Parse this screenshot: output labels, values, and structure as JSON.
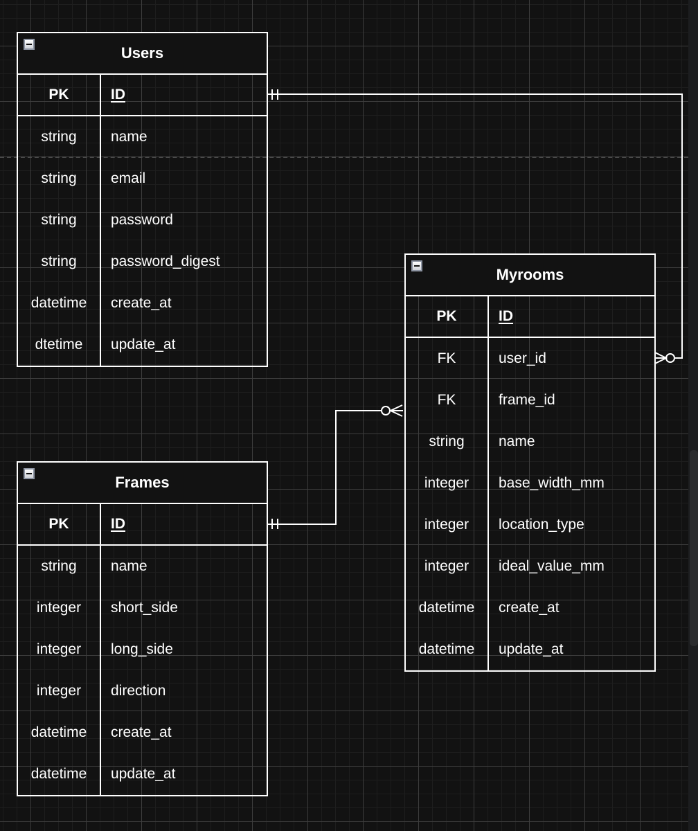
{
  "diagram": {
    "type": "entity-relationship",
    "entities": [
      {
        "id": "users",
        "name": "Users",
        "collapse_icon": "minus-square-icon",
        "primary_key": {
          "key": "PK",
          "field": "ID"
        },
        "fields": [
          {
            "type": "string",
            "name": "name"
          },
          {
            "type": "string",
            "name": "email"
          },
          {
            "type": "string",
            "name": "password"
          },
          {
            "type": "string",
            "name": "password_digest"
          },
          {
            "type": "datetime",
            "name": "create_at"
          },
          {
            "type": "dtetime",
            "name": "update_at"
          }
        ]
      },
      {
        "id": "myrooms",
        "name": "Myrooms",
        "collapse_icon": "minus-square-icon",
        "primary_key": {
          "key": "PK",
          "field": "ID"
        },
        "fields": [
          {
            "type": "FK",
            "name": "user_id"
          },
          {
            "type": "FK",
            "name": "frame_id"
          },
          {
            "type": "string",
            "name": "name"
          },
          {
            "type": "integer",
            "name": "base_width_mm"
          },
          {
            "type": "integer",
            "name": "location_type"
          },
          {
            "type": "integer",
            "name": "ideal_value_mm"
          },
          {
            "type": "datetime",
            "name": "create_at"
          },
          {
            "type": "datetime",
            "name": "update_at"
          }
        ]
      },
      {
        "id": "frames",
        "name": "Frames",
        "collapse_icon": "minus-square-icon",
        "primary_key": {
          "key": "PK",
          "field": "ID"
        },
        "fields": [
          {
            "type": "string",
            "name": "name"
          },
          {
            "type": "integer",
            "name": "short_side"
          },
          {
            "type": "integer",
            "name": "long_side"
          },
          {
            "type": "integer",
            "name": "direction"
          },
          {
            "type": "datetime",
            "name": "create_at"
          },
          {
            "type": "datetime",
            "name": "update_at"
          }
        ]
      }
    ],
    "relationships": [
      {
        "from": "Users.ID",
        "from_cardinality": "one-and-only-one",
        "to": "Myrooms.user_id",
        "to_cardinality": "zero-or-many"
      },
      {
        "from": "Frames.ID",
        "from_cardinality": "one-and-only-one",
        "to": "Myrooms.frame_id",
        "to_cardinality": "zero-or-many"
      }
    ]
  },
  "colors": {
    "canvas": "#121212",
    "line": "#ffffff",
    "text": "#ffffff"
  }
}
